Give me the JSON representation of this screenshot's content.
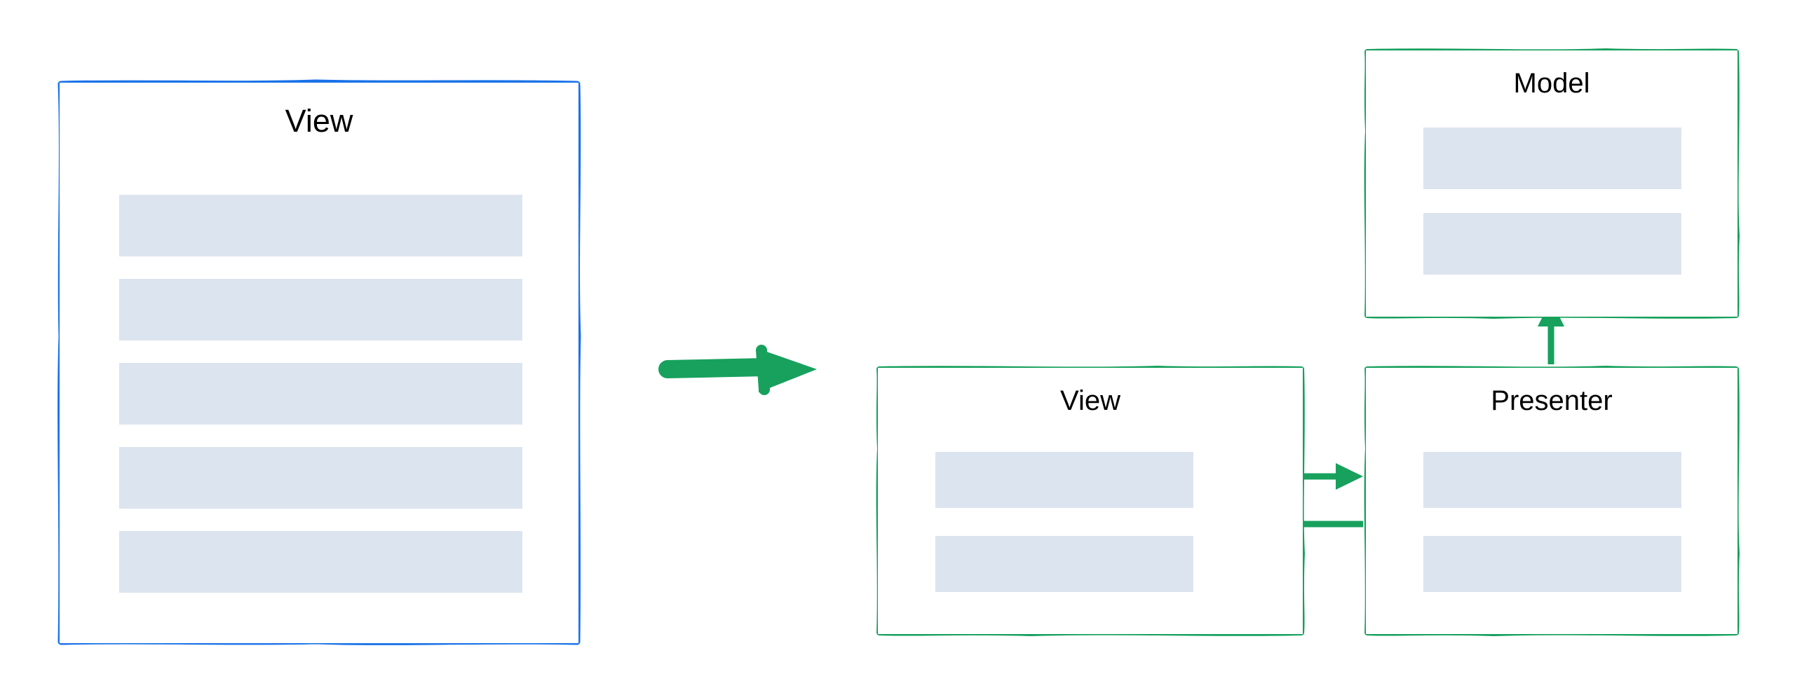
{
  "diagram": {
    "title_text": "",
    "colors": {
      "before_border": "#1a73e8",
      "after_border": "#16a05c",
      "row_fill": "#dce4ef",
      "arrow_green": "#17a15d",
      "label_text": "#000000",
      "background": "#ffffff"
    },
    "before": {
      "panel": {
        "label": "View",
        "border_color": "#1a73e8",
        "rows": [
          {
            "label": ""
          },
          {
            "label": ""
          },
          {
            "label": ""
          },
          {
            "label": ""
          },
          {
            "label": ""
          }
        ]
      }
    },
    "transition": {
      "arrow_label": "",
      "direction": "right",
      "color": "#17a15d"
    },
    "after": {
      "panels": [
        {
          "id": "view",
          "label": "View",
          "border_color": "#16a05c",
          "rows": [
            {
              "label": ""
            },
            {
              "label": ""
            }
          ]
        },
        {
          "id": "presenter",
          "label": "Presenter",
          "border_color": "#16a05c",
          "rows": [
            {
              "label": ""
            },
            {
              "label": ""
            }
          ]
        },
        {
          "id": "model",
          "label": "Model",
          "border_color": "#16a05c",
          "rows": [
            {
              "label": ""
            },
            {
              "label": ""
            }
          ]
        }
      ],
      "connections": [
        {
          "id": "view-to-presenter",
          "from": "view",
          "to": "presenter",
          "direction": "right",
          "label": ""
        },
        {
          "id": "presenter-to-view",
          "from": "presenter",
          "to": "view",
          "direction": "left",
          "label": ""
        },
        {
          "id": "presenter-to-model",
          "from": "presenter",
          "to": "model",
          "direction": "up",
          "label": ""
        }
      ]
    }
  }
}
